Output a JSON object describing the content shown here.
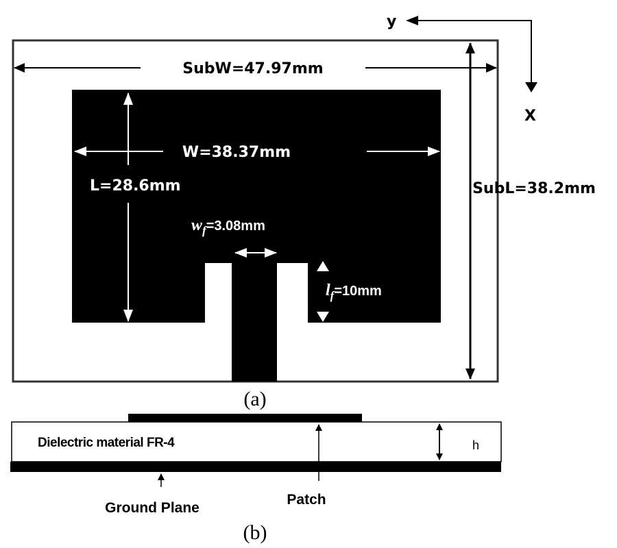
{
  "figure": {
    "top_view": {
      "caption": "(a)",
      "substrate_width_label": "SubW=47.97mm",
      "substrate_length_label": "SubL=38.2mm",
      "patch_width_label": "W=38.37mm",
      "patch_length_label": "L=28.6mm",
      "feed_width_symbol": "w",
      "feed_width_subscript": "f",
      "feed_width_value": "=3.08mm",
      "inset_length_symbol": "l",
      "inset_length_subscript": "f",
      "inset_length_value": "=10mm",
      "axis_y_label": "y",
      "axis_x_label": "X"
    },
    "side_view": {
      "caption": "(b)",
      "dielectric_label": "Dielectric material FR-4",
      "height_label": "h",
      "patch_label": "Patch",
      "ground_label": "Ground Plane"
    },
    "colors": {
      "metal": "#000000",
      "substrate": "#ffffff",
      "outline": "#333333"
    }
  }
}
